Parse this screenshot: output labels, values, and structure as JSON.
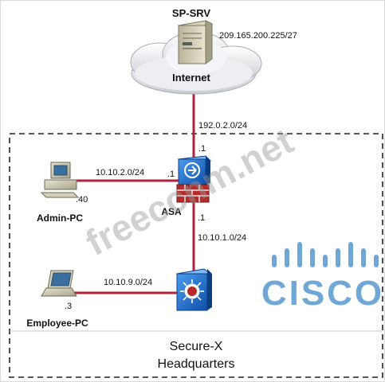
{
  "nodes": {
    "server": {
      "name": "SP-SRV",
      "ip": "209.165.200.225/27"
    },
    "internet": {
      "name": "Internet"
    },
    "asa": {
      "name": "ASA"
    },
    "admin_pc": {
      "name": "Admin-PC",
      "host_octet": ".40"
    },
    "employee_pc": {
      "name": "Employee-PC",
      "host_octet": ".3"
    }
  },
  "links": {
    "internet_asa": {
      "network": "192.0.2.0/24",
      "asa_octet": ".1"
    },
    "admin_asa": {
      "network": "10.10.2.0/24",
      "asa_octet": ".1"
    },
    "asa_switch": {
      "network": "10.10.1.0/24",
      "asa_octet": ".1"
    },
    "employee_switch": {
      "network": "10.10.9.0/24"
    }
  },
  "site": {
    "line1": "Secure-X",
    "line2": "Headquarters"
  },
  "watermark": "freeccnm.net",
  "logo": {
    "word": "CISCO"
  },
  "colors": {
    "link": "#b0223a",
    "device_blue": "#1e6fd0",
    "firewall_red": "#b52a2a",
    "cisco_blue": "#6fa8d6"
  }
}
